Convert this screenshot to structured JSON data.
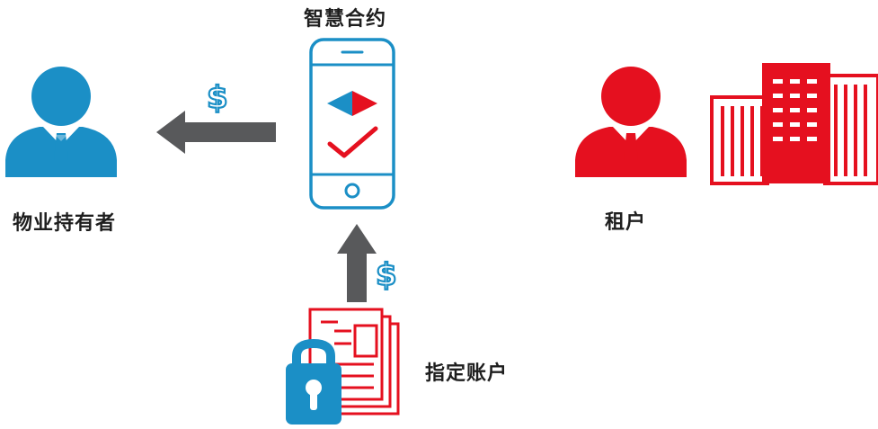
{
  "labels": {
    "smart_contract": "智慧合约",
    "property_owner": "物业持有者",
    "tenant": "租户",
    "designated_account": "指定账户"
  },
  "currency_symbol": "$",
  "colors": {
    "blue": "#1b8fc6",
    "red": "#e5101f",
    "gray_arrow": "#58595b",
    "text": "#1e1e1e"
  },
  "icons": [
    "owner-person-icon",
    "smartphone-contract-icon",
    "tenant-person-icon",
    "building-icon",
    "locked-document-icon",
    "left-arrow-icon",
    "up-arrow-icon",
    "dollar-icon"
  ]
}
